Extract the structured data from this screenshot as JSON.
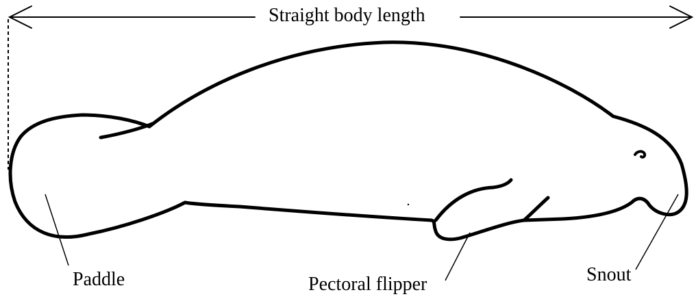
{
  "diagram": {
    "measurement_label": "Straight body length",
    "parts": {
      "paddle": "Paddle",
      "pectoral_flipper": "Pectoral flipper",
      "snout": "Snout"
    },
    "colors": {
      "ink": "#000000",
      "background": "#ffffff"
    }
  }
}
